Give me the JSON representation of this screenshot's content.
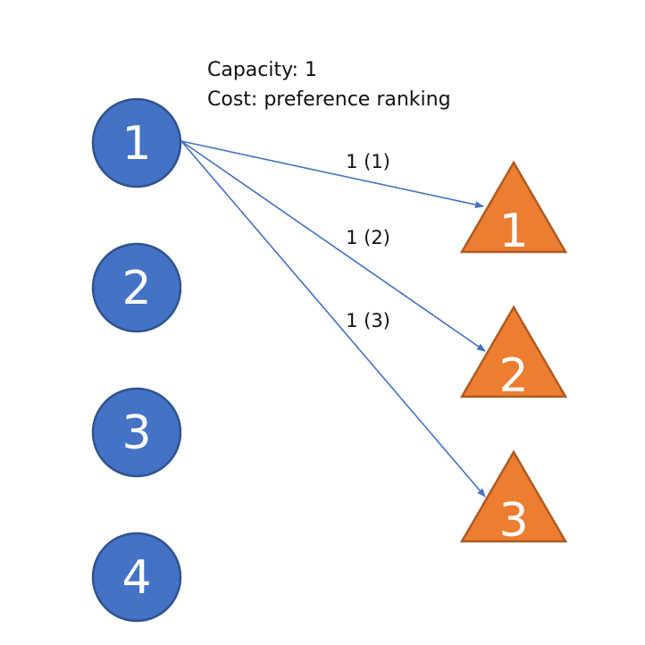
{
  "header": {
    "capacity": "Capacity: 1",
    "cost": "Cost: preference ranking"
  },
  "diagram": {
    "colors": {
      "source_fill": "#4472c4",
      "source_stroke": "#2f528f",
      "target_fill": "#ed7d31",
      "target_stroke": "#ae5a21",
      "edge": "#4472c4"
    },
    "sources": [
      {
        "id": "s1",
        "label": "1"
      },
      {
        "id": "s2",
        "label": "2"
      },
      {
        "id": "s3",
        "label": "3"
      },
      {
        "id": "s4",
        "label": "4"
      }
    ],
    "targets": [
      {
        "id": "t1",
        "label": "1"
      },
      {
        "id": "t2",
        "label": "2"
      },
      {
        "id": "t3",
        "label": "3"
      }
    ],
    "edges": [
      {
        "from": "s1",
        "to": "t1",
        "label": "1 (1)"
      },
      {
        "from": "s1",
        "to": "t2",
        "label": "1 (2)"
      },
      {
        "from": "s1",
        "to": "t3",
        "label": "1 (3)"
      }
    ]
  }
}
